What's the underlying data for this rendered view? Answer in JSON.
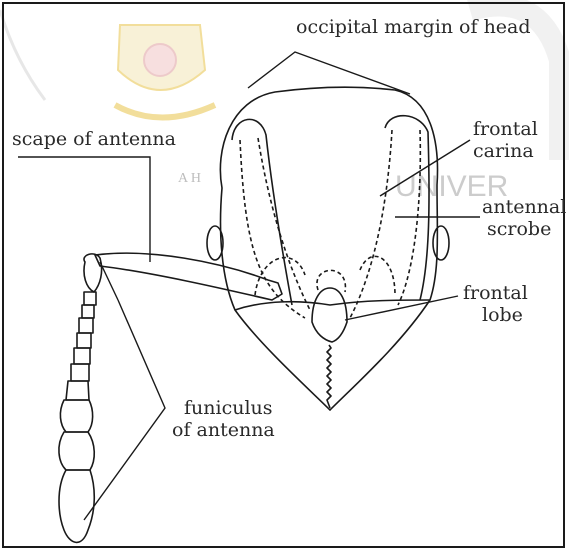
{
  "labels": {
    "occipital_margin": "occipital margin of head",
    "scape": "scape of antenna",
    "frontal_carina_1": "frontal",
    "frontal_carina_2": "carina",
    "antennal_scrobe_1": "antennal",
    "antennal_scrobe_2": "scrobe",
    "frontal_lobe_1": "frontal",
    "frontal_lobe_2": "lobe",
    "funiculus_1": "funiculus",
    "funiculus_2": "of antenna"
  },
  "watermark": {
    "text_right": "UNIVER",
    "seal_text": "A H",
    "color": "#c9c9c9",
    "seal_accent": "#e8c44a"
  },
  "colors": {
    "line": "#1a1a1a",
    "text": "#2a2a2a"
  }
}
